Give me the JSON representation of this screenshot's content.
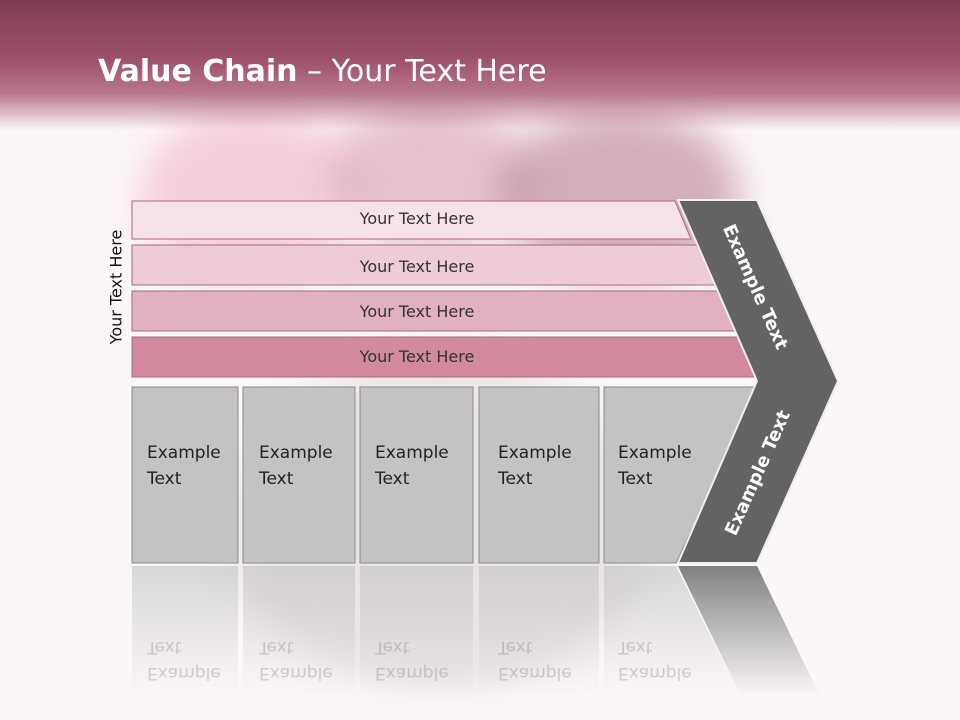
{
  "slide": {
    "title_bold": "Value Chain",
    "title_rest": " – Your Text Here",
    "side_label": "Your Text Here"
  },
  "support_bars": [
    {
      "label": "Your Text Here",
      "fill": "#f6e3e8"
    },
    {
      "label": "Your Text Here",
      "fill": "#edccd6"
    },
    {
      "label": "Your Text Here",
      "fill": "#e2b1bf"
    },
    {
      "label": "Your Text Here",
      "fill": "#d38a9e"
    }
  ],
  "primary_boxes": [
    {
      "label": "Example\nText"
    },
    {
      "label": "Example\nText"
    },
    {
      "label": "Example\nText"
    },
    {
      "label": "Example\nText"
    },
    {
      "label": "Example\nText"
    }
  ],
  "chevron": {
    "upper_label": "Example Text",
    "lower_label": "Example Text",
    "fill": "#636363"
  },
  "colors": {
    "header": "#9c5069",
    "box_fill": "#c3c3c3",
    "box_border": "#8a8a8a"
  }
}
